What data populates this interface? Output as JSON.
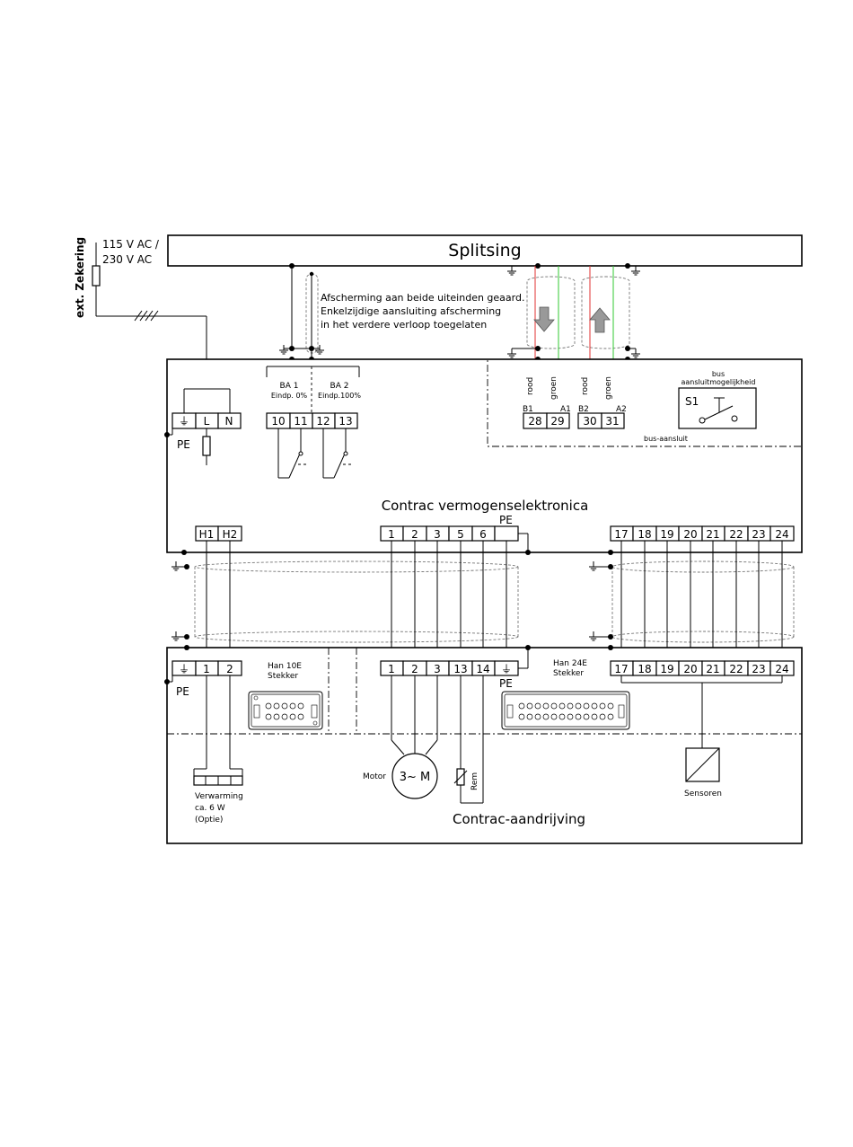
{
  "labels": {
    "fuse": "ext. Zekering",
    "voltage_1": "115 V AC /",
    "voltage_2": "230 V AC",
    "splitsing": "Splitsing",
    "shield_note_1": "Afscherming aan beide uiteinden geaard.",
    "shield_note_2": "Enkelzijdige  aansluiting  afscherming",
    "shield_note_3": "in het verdere verloop toegelaten",
    "ba1": "BA 1",
    "ba1_sub": "Eindp. 0%",
    "ba2": "BA 2",
    "ba2_sub": "Eindp.100%",
    "pe": "PE",
    "power_electronics": "Contrac vermogenselektronica",
    "bus_title_1": "bus",
    "bus_title_2": "aansluitmogelijkheid",
    "s1": "S1",
    "bus_connect": "bus-aansluit",
    "rood": "rood",
    "groen": "groen",
    "b1": "B1",
    "a1": "A1",
    "b2": "B2",
    "a2": "A2",
    "han10e_1": "Han 10E",
    "han10e_2": "Stekker",
    "han24e_1": "Han 24E",
    "han24e_2": "Stekker",
    "motor": "Motor",
    "motor_symbol": "3~ M",
    "rem": "Rem",
    "heating_1": "Verwarming",
    "heating_2": "ca. 6 W",
    "heating_3": "(Optie)",
    "sensors": "Sensoren",
    "drive": "Contrac-aandrijving"
  },
  "terminals": {
    "mains": [
      "⏚",
      "L",
      "N"
    ],
    "ba": [
      "10",
      "11",
      "12",
      "13"
    ],
    "bus1": [
      "28",
      "29"
    ],
    "bus2": [
      "30",
      "31"
    ],
    "heater_pe": [
      "H1",
      "H2"
    ],
    "motor_pe": [
      "1",
      "2",
      "3",
      "5",
      "6",
      ""
    ],
    "sensor_pe": [
      "17",
      "18",
      "19",
      "20",
      "21",
      "22",
      "23",
      "24"
    ],
    "heater_drive": [
      "⏚",
      "1",
      "2"
    ],
    "motor_drive": [
      "1",
      "2",
      "3",
      "13",
      "14",
      "⏚"
    ],
    "sensor_drive": [
      "17",
      "18",
      "19",
      "20",
      "21",
      "22",
      "23",
      "24"
    ]
  },
  "colors": {
    "rood": "#e03030",
    "groen": "#32c832"
  }
}
